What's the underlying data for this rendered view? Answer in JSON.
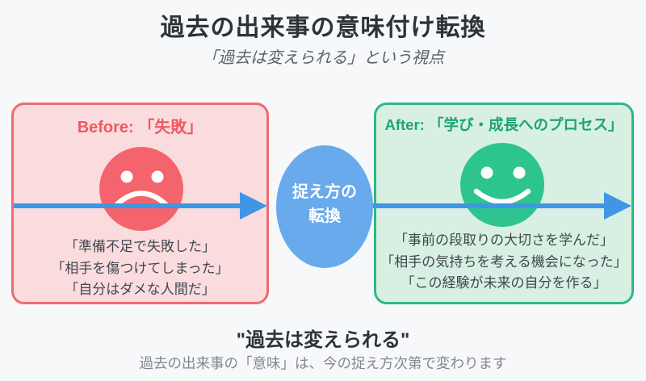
{
  "header": {
    "title": "過去の出来事の意味付け転換",
    "subtitle": "「過去は変えられる」という視点"
  },
  "before": {
    "title": "Before: 「失敗」",
    "face_icon": "sad-face-icon",
    "quotes": [
      "「準備不足で失敗した」",
      "「相手を傷つけてしまった」",
      "「自分はダメな人間だ」"
    ]
  },
  "transition": {
    "line1": "捉え方の",
    "line2": "転換"
  },
  "after": {
    "title": "After: 「学び・成長へのプロセス」",
    "face_icon": "smiley-face-icon",
    "quotes": [
      "「事前の段取りの大切さを学んだ」",
      "「相手の気持ちを考える機会になった」",
      "「この経験が未来の自分を作る」"
    ]
  },
  "footer": {
    "headline": "\"過去は変えられる\"",
    "caption": "過去の出来事の「意味」は、今の捉え方次第で変わります"
  },
  "colors": {
    "background": "#f7f8fa",
    "before_bg": "#fadcdf",
    "before_border": "#f2696f",
    "before_accent": "#ee5a62",
    "sad_face": "#f4646c",
    "after_bg": "#d8f0e3",
    "after_border": "#2eb982",
    "after_accent": "#1da475",
    "happy_face": "#2ec48d",
    "transition_ellipse": "#68aaec",
    "arrow": "#3e96e4",
    "title_text": "#2d3339",
    "body_text": "#40474e",
    "muted_text": "#83878d"
  }
}
